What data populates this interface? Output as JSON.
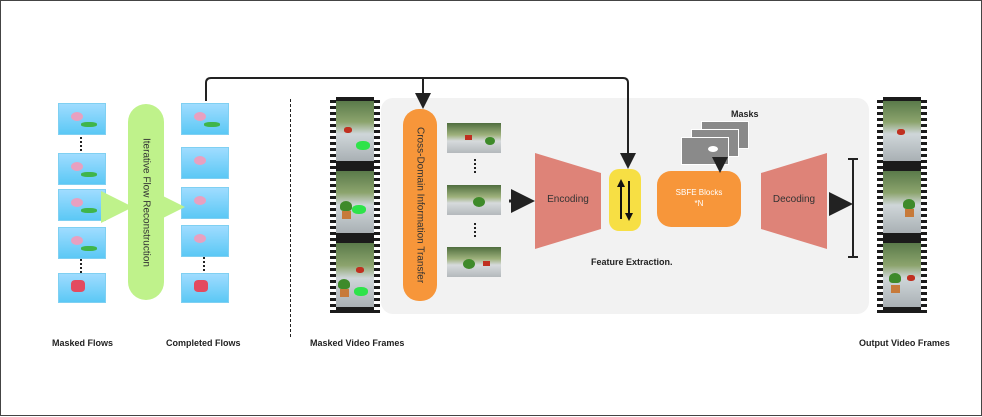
{
  "labels": {
    "iterative_flow": "Iterative Flow Reconstruction",
    "cross_domain": "Cross-Domain Information Transfer",
    "encoding": "Encoding",
    "decoding": "Decoding",
    "sbfe_line1": "SBFE Blocks",
    "sbfe_line2": "*N",
    "masks": "Masks",
    "feature_extraction": "Feature Extraction."
  },
  "captions": {
    "masked_flows": "Masked Flows",
    "completed_flows": "Completed Flows",
    "masked_video_frames": "Masked Video Frames",
    "output_video_frames": "Output Video Frames"
  },
  "colors": {
    "flow_bar": "#bff28b",
    "cross_domain_bar": "#f7963a",
    "trapezoid": "#de8378",
    "feature_box": "#f7df44",
    "sbfe_box": "#f7963a",
    "panel_bg": "#f2f2f2"
  }
}
